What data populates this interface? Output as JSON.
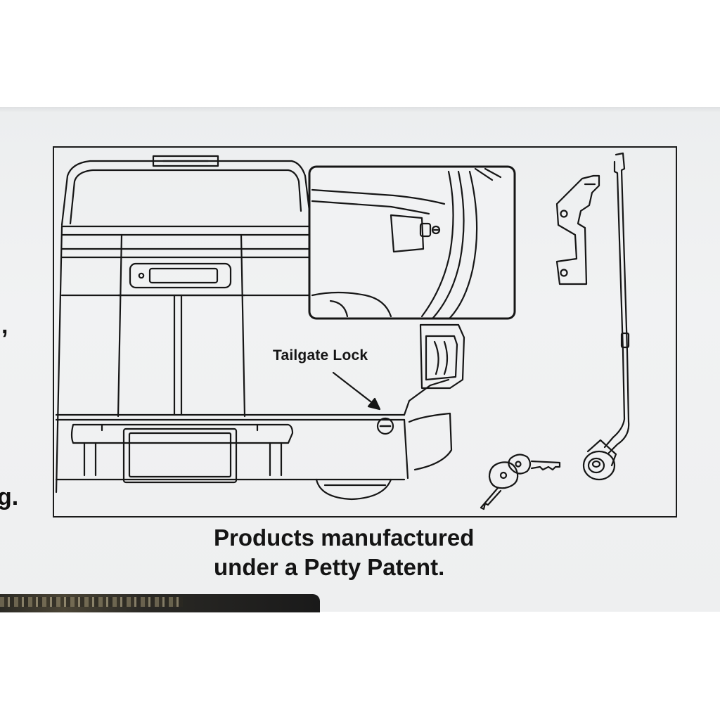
{
  "illustration": {
    "callout_label": "Tailgate Lock"
  },
  "caption": {
    "line1": "Products manufactured",
    "line2": "under a Petty Patent."
  },
  "cropped_edge_text": {
    "upper": ",",
    "lower": "g."
  },
  "colors": {
    "ink": "#141414",
    "paper": "#eeeff0"
  }
}
